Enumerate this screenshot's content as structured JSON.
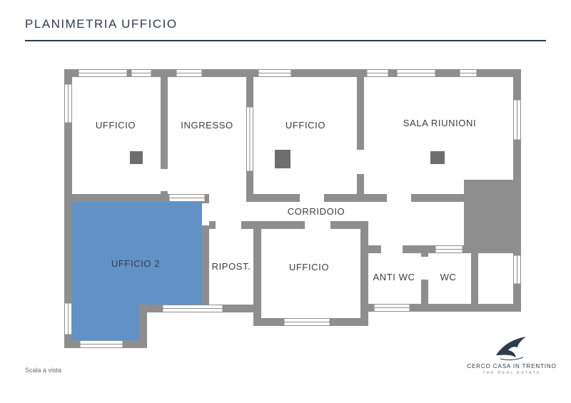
{
  "header": {
    "title": "PLANIMETRIA UFFICIO"
  },
  "floorplan": {
    "rooms": [
      {
        "id": "ufficio-top-left",
        "label": "UFFICIO"
      },
      {
        "id": "ingresso",
        "label": "INGRESSO"
      },
      {
        "id": "ufficio-top-mid",
        "label": "UFFICIO"
      },
      {
        "id": "sala-riunioni",
        "label": "SALA RIUNIONI"
      },
      {
        "id": "corridoio",
        "label": "CORRIDOIO"
      },
      {
        "id": "ufficio-2",
        "label": "UFFICIO 2",
        "highlighted": true
      },
      {
        "id": "ripostiglio",
        "label": "RIPOST."
      },
      {
        "id": "ufficio-bottom",
        "label": "UFFICIO"
      },
      {
        "id": "anti-wc",
        "label": "ANTI WC"
      },
      {
        "id": "wc",
        "label": "WC"
      }
    ],
    "colors": {
      "wall": "#8e8e8e",
      "pillar": "#6e6e6e",
      "highlight": "#6092c8",
      "label": "#3c3c3c",
      "accent": "#2d3c4b"
    }
  },
  "footer": {
    "scale_note": "Scala a vista",
    "logo": {
      "brand": "CERCO CASA IN TRENTINO",
      "tagline": "THE REAL ESTATE"
    }
  }
}
